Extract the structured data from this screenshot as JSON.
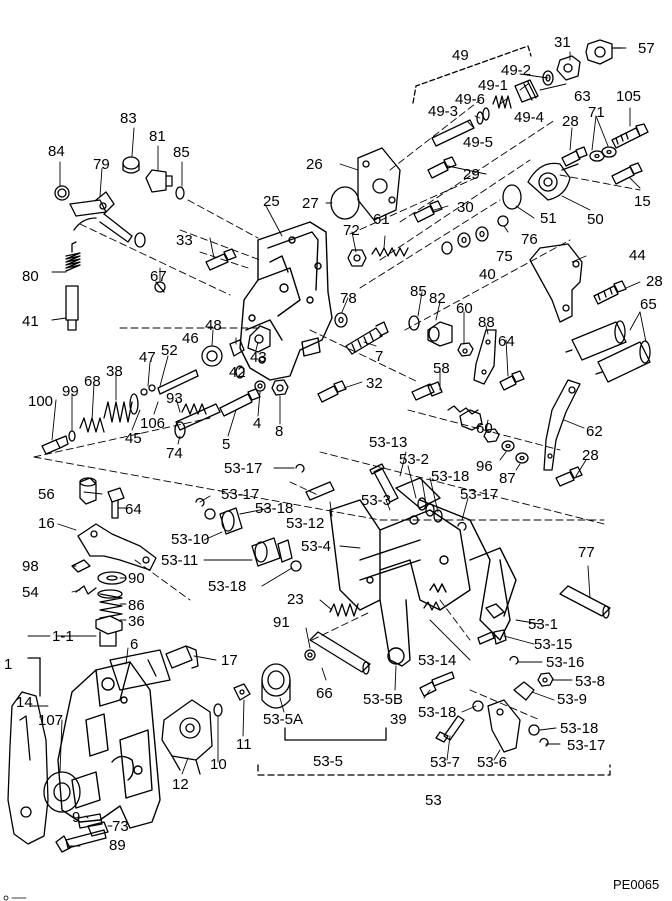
{
  "diagram": {
    "code": "PE0065",
    "labels": {
      "n49": "49",
      "n31": "31",
      "n57": "57",
      "n49_2": "49-2",
      "n49_1": "49-1",
      "n63": "63",
      "n49_6": "49-6",
      "n105": "105",
      "n49_3": "49-3",
      "n49_4": "49-4",
      "n71": "71",
      "n28a": "28",
      "n49_5": "49-5",
      "n83": "83",
      "n81": "81",
      "n84": "84",
      "n85a": "85",
      "n79": "79",
      "n26": "26",
      "n29": "29",
      "n15": "15",
      "n50": "50",
      "n27": "27",
      "n25": "25",
      "n30": "30",
      "n51": "51",
      "n61": "61",
      "n72": "72",
      "n76": "76",
      "n44": "44",
      "n33": "33",
      "n75": "75",
      "n40": "40",
      "n80": "80",
      "n67": "67",
      "n28b": "28",
      "n65": "65",
      "n41": "41",
      "n78": "78",
      "n85b": "85",
      "n82": "82",
      "n60a": "60",
      "n88": "88",
      "n64a": "64",
      "n48": "48",
      "n46": "46",
      "n43": "43",
      "n42": "42",
      "n7": "7",
      "n47": "47",
      "n52": "52",
      "n38": "38",
      "n68": "68",
      "n99": "99",
      "n93": "93",
      "n32": "32",
      "n58": "58",
      "n100": "100",
      "n106": "106",
      "n45": "45",
      "n4": "4",
      "n8": "8",
      "n62": "62",
      "n5": "5",
      "n74": "74",
      "n60b": "60",
      "n96": "96",
      "n87": "87",
      "n28c": "28",
      "n53_13": "53-13",
      "n53_2": "53-2",
      "n53_17a": "53-17",
      "n53_18a": "53-18",
      "n56": "56",
      "n53_17b": "53-17",
      "n53_17c": "53-17",
      "n64b": "64",
      "n53_18b": "53-18",
      "n53_3": "53-3",
      "n53_12": "53-12",
      "n16": "16",
      "n53_10": "53-10",
      "n53_4": "53-4",
      "n53_11": "53-11",
      "n98": "98",
      "n90": "90",
      "n53_18c": "53-18",
      "n77": "77",
      "n54": "54",
      "n86": "86",
      "n23": "23",
      "n36": "36",
      "n91": "91",
      "n53_1": "53-1",
      "n1_1": "1-1",
      "n6": "6",
      "n53_15": "53-15",
      "n17": "17",
      "n1": "1",
      "n53_16": "53-16",
      "n53_14": "53-14",
      "n53_8": "53-8",
      "n66": "66",
      "n14": "14",
      "n53_9": "53-9",
      "n107": "107",
      "n53_5b": "53-5B",
      "n39": "39",
      "n53_18d": "53-18",
      "n53_5a": "53-5A",
      "n53_18e": "53-18",
      "n11": "11",
      "n53_17d": "53-17",
      "n12": "12",
      "n10": "10",
      "n53_5": "53-5",
      "n53_7": "53-7",
      "n53_6": "53-6",
      "n9": "9",
      "n73": "73",
      "n53": "53",
      "n89": "89"
    }
  }
}
